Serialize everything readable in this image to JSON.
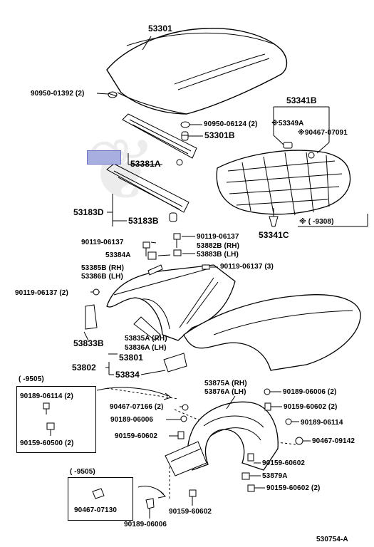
{
  "labels": {
    "p53301": "53301",
    "p90950_01392": "90950-01392 (2)",
    "p90950_06124": "90950-06124 (2)",
    "p53301B": "53301B",
    "p53341B": "53341B",
    "p53349A": "※53349A",
    "p90467_07091": "※90467-07091",
    "p53381A": "53381A",
    "p53183D": "53183D",
    "p53183B": "53183B",
    "p53341C": "53341C",
    "note_9308": "※ (       -9308)",
    "p90119_06137_a": "90119-06137",
    "p90119_06137_b": "90119-06137",
    "p53882B": "53882B (RH)",
    "p53883B": "53883B (LH)",
    "p53384A": "53384A",
    "p53385B": "53385B (RH)",
    "p53386B": "53386B (LH)",
    "p90119_06137_3": "90119-06137 (3)",
    "p90119_06137_2": "90119-06137 (2)",
    "p53833B": "53833B",
    "p53835A": "53835A (RH)",
    "p53836A": "53836A (LH)",
    "p53801": "53801",
    "p53802": "53802",
    "p53834": "53834",
    "note_9505_a": "(       -9505)",
    "p90189_06114": "90189-06114 (2)",
    "p90159_60500": "90159-60500 (2)",
    "p53875A": "53875A (RH)",
    "p53876A": "53876A (LH)",
    "p90189_06006_2": "90189-06006 (2)",
    "p90467_07166": "90467-07166 (2)",
    "p90159_60602_2a": "90159-60602 (2)",
    "p90189_06006_a": "90189-06006",
    "p90189_06114_b": "90189-06114",
    "p90159_60602_a": "90159-60602",
    "p90467_09142": "90467-09142",
    "p90159_60602_b": "90159-60602",
    "p53879A": "53879A",
    "p90159_60602_2b": "90159-60602 (2)",
    "note_9505_b": "(       -9505)",
    "p90467_07130": "90467-07130",
    "p90159_60602_c": "90159-60602",
    "p90189_06006_b": "90189-06006",
    "diagram_id": "530754-A"
  },
  "colors": {
    "line": "#000000",
    "highlight": "#a8aee0"
  }
}
